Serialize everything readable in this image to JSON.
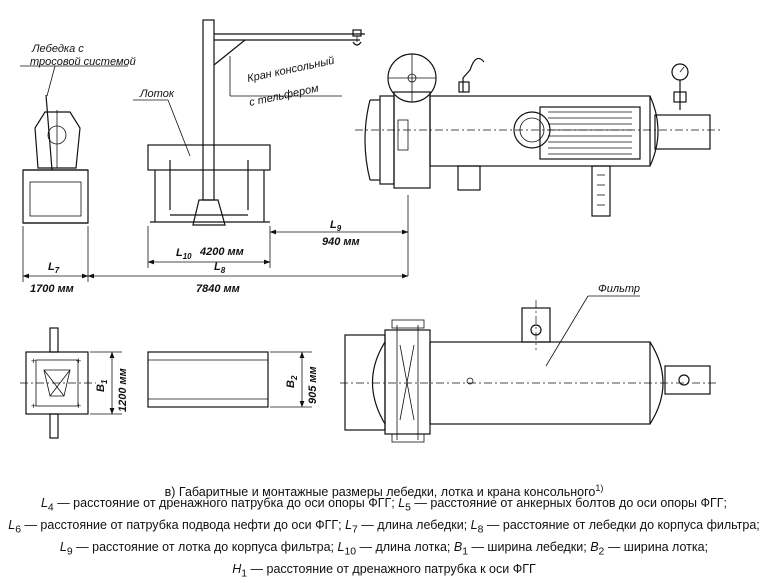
{
  "labels": {
    "winch": [
      "Лебедка с",
      "тросовой системой"
    ],
    "tray": "Лоток",
    "crane": [
      "Кран консольный",
      "с тельфером"
    ],
    "filter": "Фильтр"
  },
  "dimensions": {
    "L7_symbol": "L7",
    "L7_value": "1700 мм",
    "L8_symbol": "L8",
    "L8_value": "7840 мм",
    "L9_symbol": "L9",
    "L9_value": "940 мм",
    "L10_symbol": "L10",
    "L10_value": "4200 мм",
    "B1_symbol": "B1",
    "B1_value": "1200 мм",
    "B2_symbol": "B2",
    "B2_value": "905 мм"
  },
  "caption": {
    "title": "в) Габаритные и монтажные размеры лебедки, лотка и крана консольного",
    "footnote": "1)"
  },
  "legend": [
    "L4 — расстояние от дренажного патрубка до оси опоры ФГГ; L5 — расстояние от анкерных болтов до оси опоры ФГГ;",
    "L6 — расстояние от патрубка подвода нефти до оси ФГГ; L7 — длина лебедки; L8 — расстояние от лебедки до корпуса фильтра;",
    "L9 — расстояние от лотка до корпуса фильтра; L10 — длина лотка; B1 — ширина лебедки; B2 — ширина лотка;",
    "H1 — расстояние от дренажного патрубка к оси ФГГ"
  ]
}
